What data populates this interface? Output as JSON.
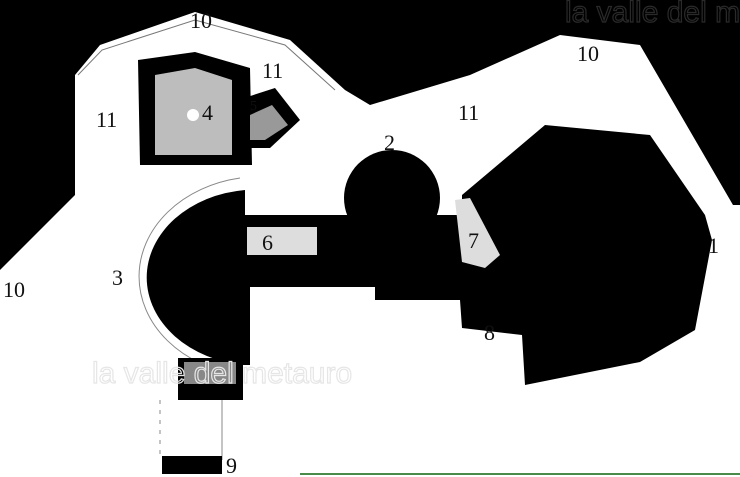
{
  "plan": {
    "labels": {
      "l1": "1",
      "l2": "2",
      "l3": "3",
      "l4": "4",
      "l5": "5",
      "l6": "6",
      "l7": "7",
      "l8": "8",
      "l9": "9",
      "l10a": "10",
      "l10b": "10",
      "l10c": "10",
      "l11a": "11",
      "l11b": "11",
      "l11c": "11"
    },
    "watermark": "la valle del metauro",
    "colors": {
      "mass": "#000000",
      "open": "#ffffff",
      "hall": "#bdbdbd"
    }
  }
}
